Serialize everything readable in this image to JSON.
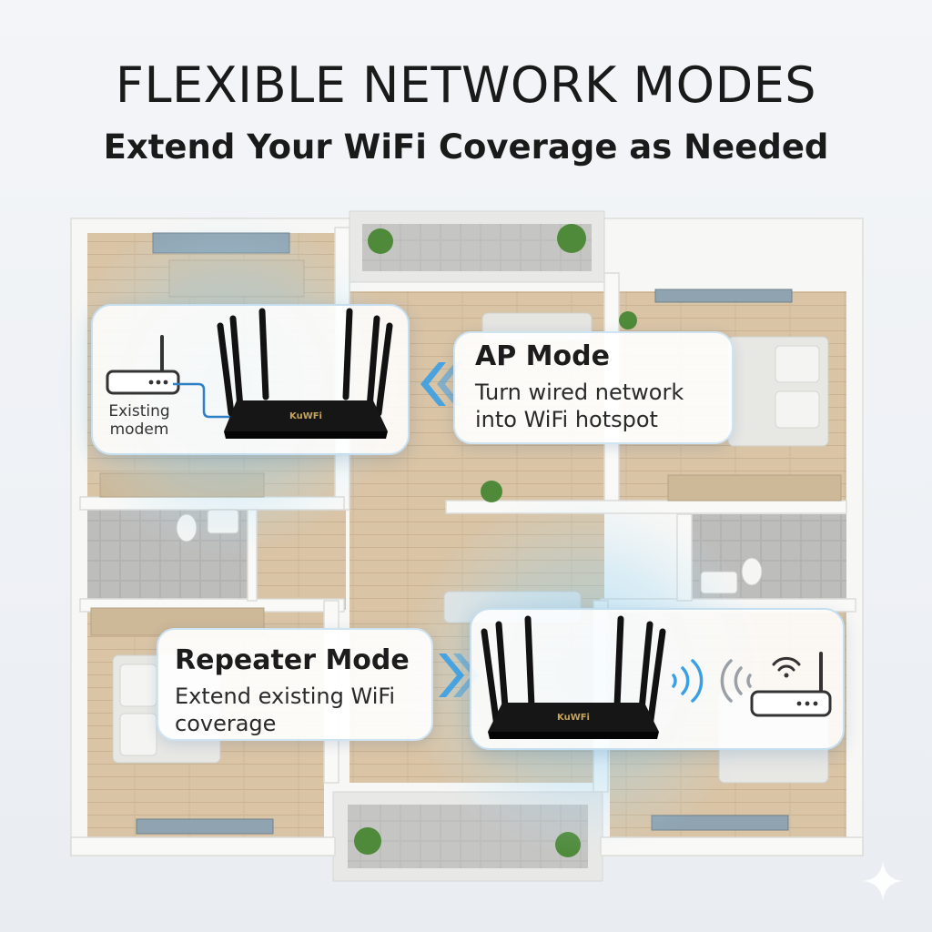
{
  "header": {
    "title": "FLEXIBLE NETWORK MODES",
    "subtitle": "Extend Your WiFi Coverage as Needed"
  },
  "ap_mode": {
    "title": "AP Mode",
    "description_line1": "Turn wired network",
    "description_line2": "into WiFi hotspot",
    "modem_label_line1": "Existing",
    "modem_label_line2": "modem"
  },
  "repeater_mode": {
    "title": "Repeater Mode",
    "description_line1": "Extend existing WiFi",
    "description_line2": "coverage"
  },
  "router": {
    "brand": "KuWFi"
  },
  "colors": {
    "signal_blue": "#3aa0e6",
    "signal_grey": "#9aa0a6",
    "router_body": "#161616",
    "floor_wood": "#d8c3a5",
    "wall": "#f7f7f5",
    "coverage_glow": "#7cc8f0"
  }
}
